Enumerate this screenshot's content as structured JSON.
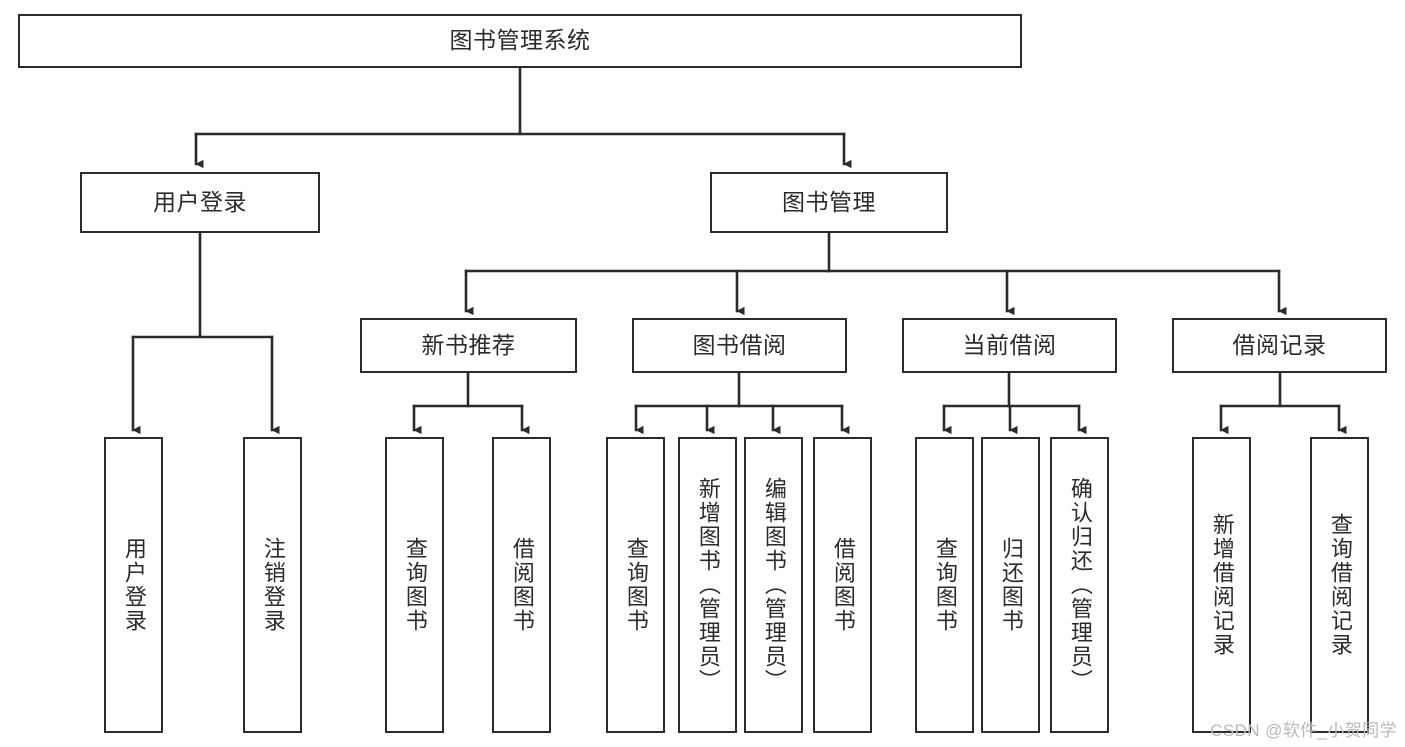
{
  "diagram": {
    "title": "图书管理系统",
    "type": "tree-hierarchy",
    "orientation": "top-down",
    "line_color": "#2b2b2b",
    "box_fill": "#ffffff",
    "text_color": "#2b2b2b",
    "watermark": "CSDN @软件_小贺同学",
    "nodes": {
      "root": {
        "label": "图书管理系统"
      },
      "level1": [
        {
          "id": "user-login",
          "label": "用户登录"
        },
        {
          "id": "book-manage",
          "label": "图书管理"
        }
      ],
      "level2": [
        {
          "id": "new-book-recommend",
          "label": "新书推荐",
          "parent": "book-manage"
        },
        {
          "id": "book-borrow",
          "label": "图书借阅",
          "parent": "book-manage"
        },
        {
          "id": "current-borrow",
          "label": "当前借阅",
          "parent": "book-manage"
        },
        {
          "id": "borrow-record",
          "label": "借阅记录",
          "parent": "book-manage"
        }
      ],
      "leaves": [
        {
          "id": "leaf-user-login",
          "label": "用户登录",
          "parent": "user-login"
        },
        {
          "id": "leaf-logout-login",
          "label": "注销登录",
          "parent": "user-login"
        },
        {
          "id": "leaf-query-book-1",
          "label": "查询图书",
          "parent": "new-book-recommend"
        },
        {
          "id": "leaf-borrow-book-1",
          "label": "借阅图书",
          "parent": "new-book-recommend"
        },
        {
          "id": "leaf-query-book-2",
          "label": "查询图书",
          "parent": "book-borrow"
        },
        {
          "id": "leaf-add-book",
          "label": "新增图书（管理员）",
          "parent": "book-borrow"
        },
        {
          "id": "leaf-edit-book",
          "label": "编辑图书（管理员）",
          "parent": "book-borrow"
        },
        {
          "id": "leaf-borrow-book-2",
          "label": "借阅图书",
          "parent": "book-borrow"
        },
        {
          "id": "leaf-query-book-3",
          "label": "查询图书",
          "parent": "current-borrow"
        },
        {
          "id": "leaf-return-book",
          "label": "归还图书",
          "parent": "current-borrow"
        },
        {
          "id": "leaf-confirm-return",
          "label": "确认归还（管理员）",
          "parent": "current-borrow"
        },
        {
          "id": "leaf-add-record",
          "label": "新增借阅记录",
          "parent": "borrow-record"
        },
        {
          "id": "leaf-query-record",
          "label": "查询借阅记录",
          "parent": "borrow-record"
        }
      ]
    }
  }
}
